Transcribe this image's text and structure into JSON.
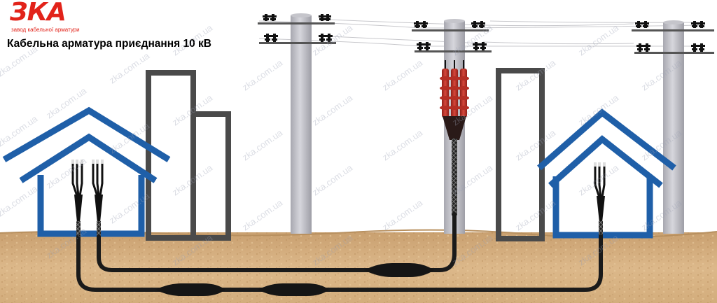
{
  "logo": {
    "brand": "ЗКА",
    "tagline": "завод кабельної арматури"
  },
  "title": "Кабельна арматура приєднання 10 кВ",
  "watermark": "zka.com.ua",
  "colors": {
    "house": "#1f5fa8",
    "building_outline": "#4a4a4a",
    "pole": "#bdbdc4",
    "soil": "#d9b483",
    "cable": "#1a1a1a",
    "termination_red": "#c0362c",
    "logo_red": "#e2231a"
  }
}
